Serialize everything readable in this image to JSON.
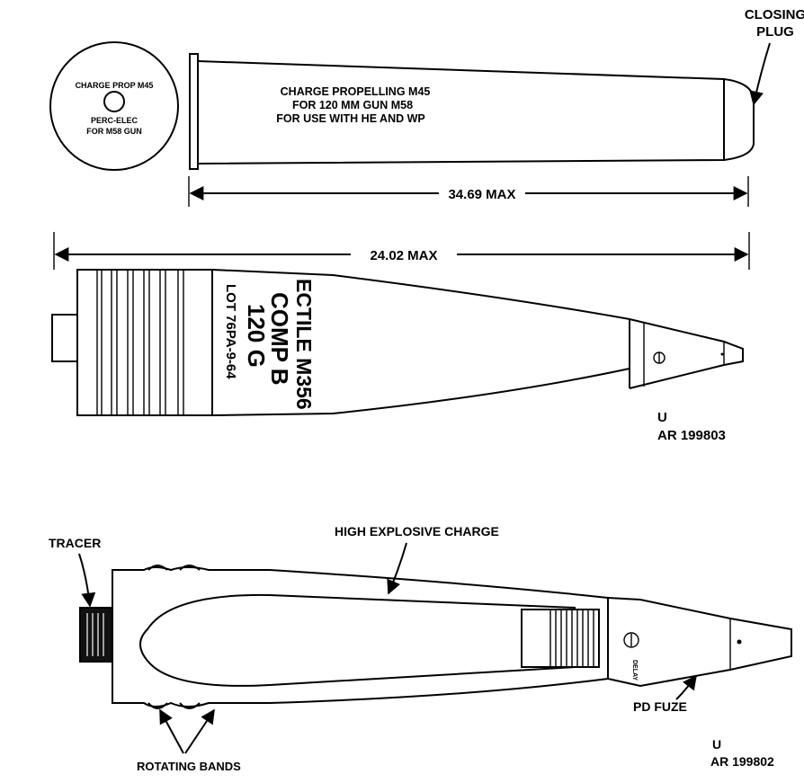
{
  "labels": {
    "closing_plug_1": "CLOSING",
    "closing_plug_2": "PLUG",
    "base_1": "CHARGE PROP M45",
    "base_2": "PERC-ELEC",
    "base_3": "FOR M58 GUN",
    "case_1": "CHARGE PROPELLING M45",
    "case_2": "FOR 120 MM GUN M58",
    "case_3": "FOR USE WITH HE AND WP",
    "dim_case": "34.69 MAX",
    "dim_proj": "24.02 MAX",
    "proj_1": "LOT 76PA-9-64",
    "proj_2": "120 G",
    "proj_3": "COMP B",
    "proj_4": "ECTILE M356",
    "code1_1": "U",
    "code1_2": "AR 199803",
    "tracer": "TRACER",
    "he_charge": "HIGH EXPLOSIVE CHARGE",
    "delay": "DELAY",
    "pd_fuze": "PD FUZE",
    "rotating_bands": "ROTATING BANDS",
    "code2_1": "U",
    "code2_2": "AR 199802"
  }
}
